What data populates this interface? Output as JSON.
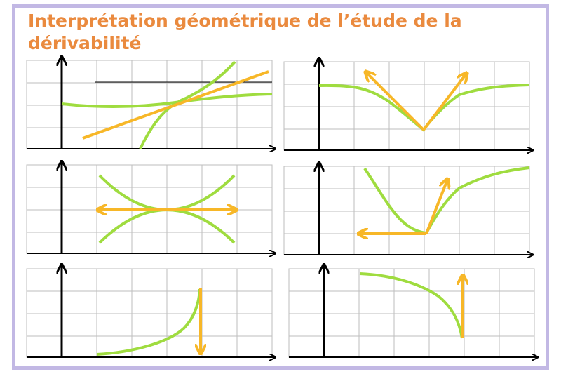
{
  "title": "Interprétation géométrique de l’étude de la dérivabilité",
  "colors": {
    "frame": "#c2b8e4",
    "title": "#ea8a3e",
    "grid": "#bdbdbd",
    "axis": "#000000",
    "curve": "#9fdc3f",
    "arrow": "#f7b728"
  },
  "panels": [
    {
      "id": "panel-1",
      "description_icon": "secant-lines-icon"
    },
    {
      "id": "panel-2",
      "description_icon": "v-corner-icon"
    },
    {
      "id": "panel-3",
      "description_icon": "horizontal-tangent-icon"
    },
    {
      "id": "panel-4",
      "description_icon": "corner-point-icon"
    },
    {
      "id": "panel-5",
      "description_icon": "vertical-tangent-down-icon"
    },
    {
      "id": "panel-6",
      "description_icon": "vertical-tangent-up-icon"
    }
  ]
}
